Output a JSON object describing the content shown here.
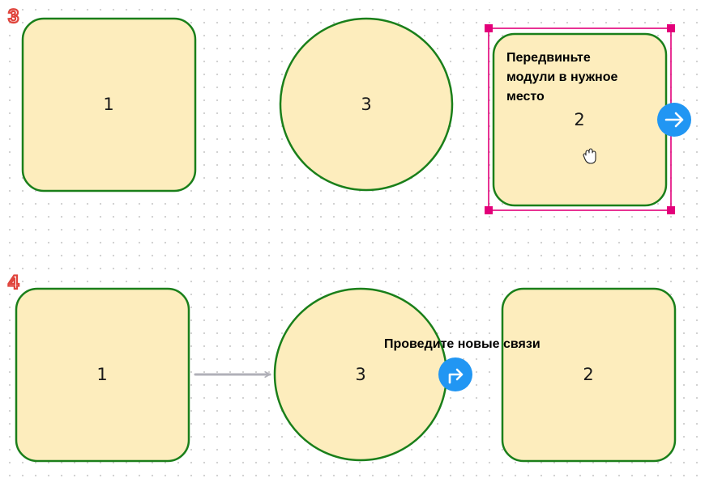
{
  "sections": [
    {
      "step": "3",
      "nodes": [
        {
          "label": "1",
          "shape": "rounded-rect"
        },
        {
          "label": "3",
          "shape": "circle"
        },
        {
          "label": "2",
          "shape": "rounded-rect",
          "selected": true
        }
      ],
      "hint_lines": [
        "Передвиньте",
        "модули в нужное",
        "место"
      ]
    },
    {
      "step": "4",
      "nodes": [
        {
          "label": "1",
          "shape": "rounded-rect"
        },
        {
          "label": "3",
          "shape": "circle"
        },
        {
          "label": "2",
          "shape": "rounded-rect"
        }
      ],
      "hint_lines": [
        "Проведите новые связи"
      ],
      "connections": [
        {
          "from": "1",
          "to": "3"
        }
      ]
    }
  ],
  "colors": {
    "node_fill": "#fdedbd",
    "node_stroke": "#1a7f1a",
    "selection": "#e3007a",
    "action_button": "#2196f3",
    "connector": "#b0b0b8",
    "step_number": "#e0443c"
  },
  "icons": {
    "action_button": "arrow-right-icon",
    "connect_button": "connect-arrow-icon",
    "cursor": "grab-hand-icon"
  }
}
